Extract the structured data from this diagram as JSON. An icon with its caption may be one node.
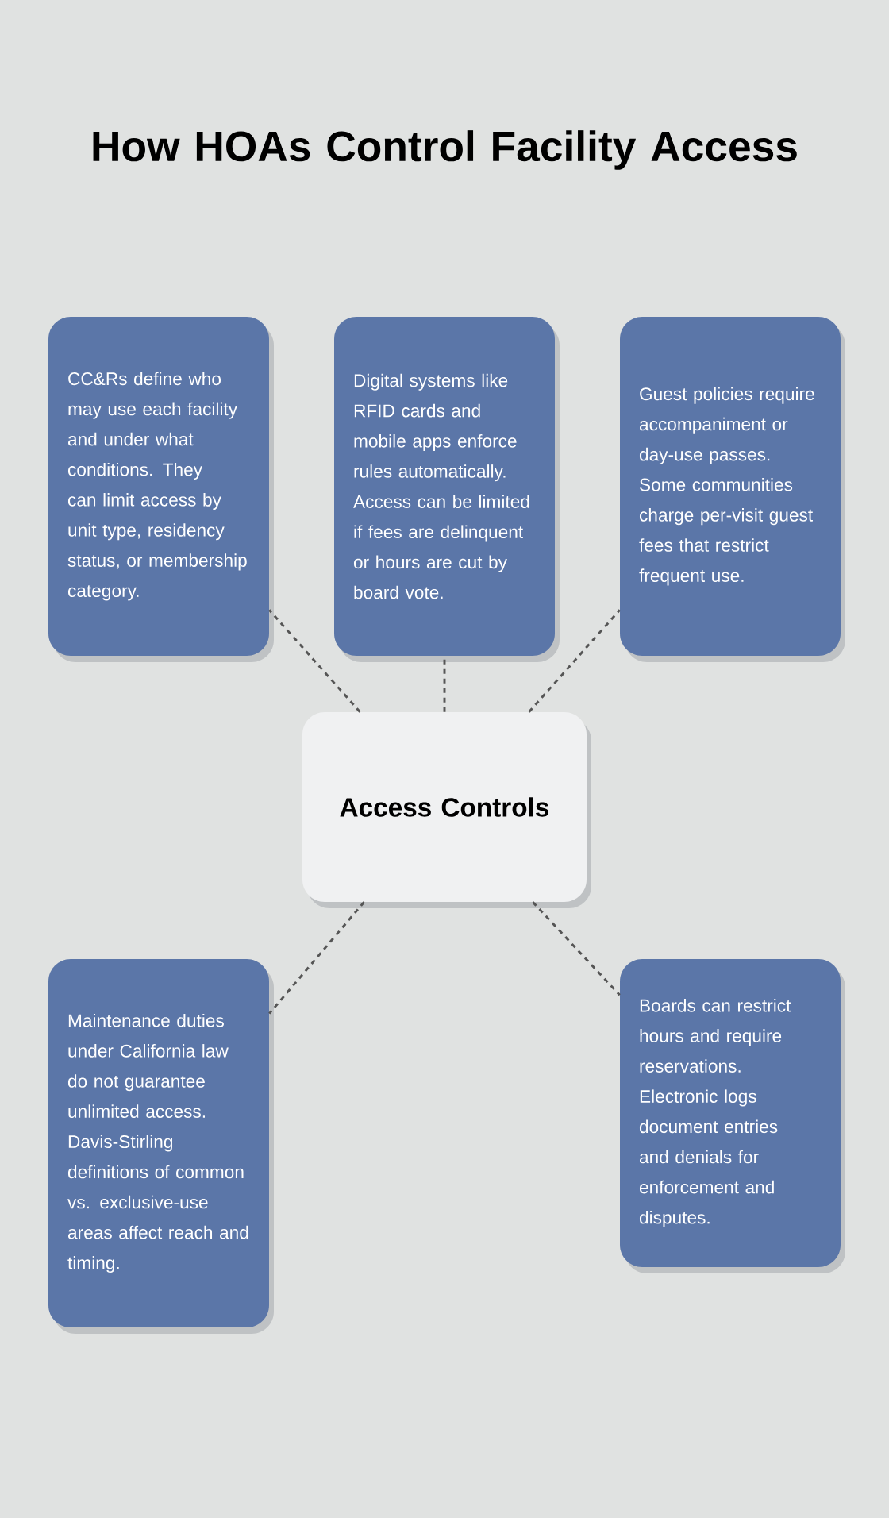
{
  "diagram": {
    "title": "How HOAs Control Facility Access",
    "nodes": [
      {
        "text": [
          "CC&Rs define who may use each facility and under what conditions. They can limit access by unit type, residency status, or membership category."
        ]
      },
      {
        "text": [
          "Digital systems like RFID cards and mobile apps enforce rules automatically. Access can be limited if fees are delinquent or hours are cut by board vote."
        ]
      },
      {
        "text": [
          "Guest policies require accompaniment or day-use passes. Some communities charge per-visit guest fees that restrict frequent use."
        ]
      },
      {
        "text": [
          "Access Controls"
        ]
      },
      {
        "text": [
          "Maintenance duties under California law do not guarantee unlimited access. Davis-Stirling definitions of common vs. exclusive-use areas affect reach and timing."
        ]
      },
      {
        "text": [
          "Boards can restrict hours and require reservations. Electronic logs document entries and denials for enforcement and disputes."
        ]
      }
    ],
    "edges": [
      {
        "from": 3,
        "to": 0,
        "arrow": "none",
        "style": "dashed"
      },
      {
        "from": 3,
        "to": 1,
        "arrow": "none",
        "style": "dashed"
      },
      {
        "from": 3,
        "to": 2,
        "arrow": "none",
        "style": "dashed"
      },
      {
        "from": 3,
        "to": 4,
        "arrow": "none",
        "style": "dashed"
      },
      {
        "from": 3,
        "to": 5,
        "arrow": "none",
        "style": "dashed"
      }
    ]
  }
}
